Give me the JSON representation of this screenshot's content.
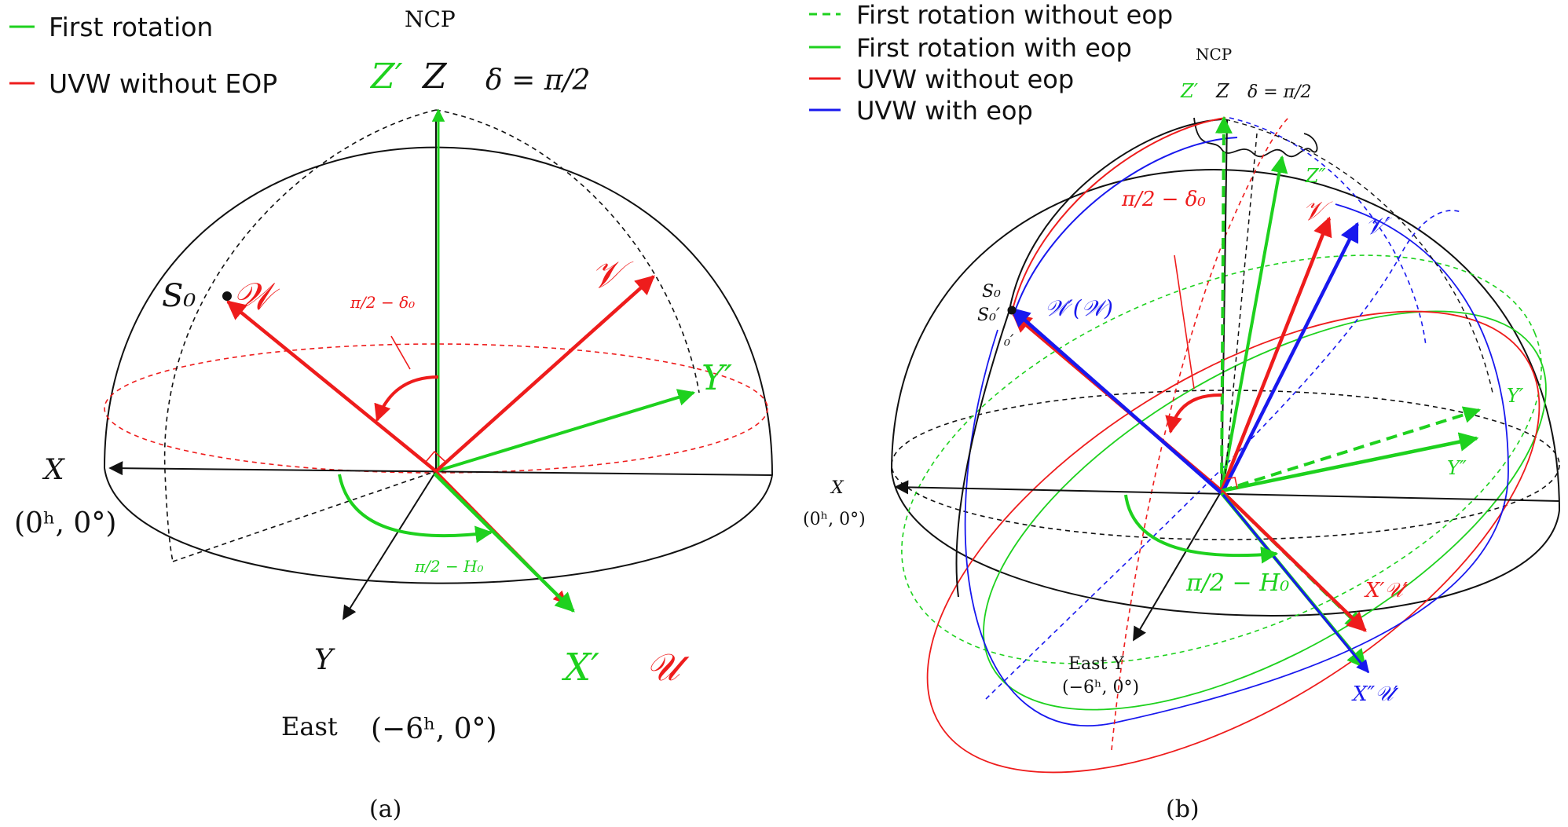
{
  "colors": {
    "green": "#1ed11e",
    "red": "#ee1c1c",
    "blue": "#1818ee",
    "black": "#111111"
  },
  "panel_a": {
    "caption": "(a)",
    "legend": [
      {
        "label": "First rotation",
        "color": "#1ed11e",
        "style": "solid"
      },
      {
        "label": "UVW without EOP",
        "color": "#ee1c1c",
        "style": "solid"
      }
    ],
    "labels": {
      "ncp": "NCP",
      "z_prime": "Z′",
      "z": "Z",
      "delta_eq": "δ = π/2",
      "s0": "S₀",
      "w": "𝒲",
      "v": "𝒱",
      "u": "𝒰",
      "y_prime": "Y′",
      "x_prime": "X′",
      "x": "X",
      "x_coord": "(0ʰ, 0°)",
      "y": "Y",
      "east": "East",
      "east_coord": "(−6ʰ, 0°)",
      "angle_delta": "π/2 − δ₀",
      "angle_h": "π/2 − H₀"
    }
  },
  "panel_b": {
    "caption": "(b)",
    "legend": [
      {
        "label": "First rotation without eop",
        "color": "#1ed11e",
        "style": "dashed"
      },
      {
        "label": "First rotation with eop",
        "color": "#1ed11e",
        "style": "solid"
      },
      {
        "label": "UVW without eop",
        "color": "#ee1c1c",
        "style": "solid"
      },
      {
        "label": "UVW with eop",
        "color": "#1818ee",
        "style": "solid"
      }
    ],
    "labels": {
      "ncp": "NCP",
      "z_prime": "Z′",
      "z": "Z",
      "delta_eq": "δ = π/2",
      "z_dprime": "Z″",
      "angle_delta": "π/2 − δ₀",
      "v": "𝒱",
      "v_prime": "𝒱′",
      "s0": "S₀",
      "s0_prime": "S₀′",
      "zero_prime": "₀′",
      "w_pair": "𝒲′(𝒲)",
      "y_prime": "Y′",
      "y_dprime": "Y″",
      "x": "X",
      "x_coord": "(0ʰ, 0°)",
      "angle_h": "π/2 − H₀",
      "xu_prime": "X′𝒰′",
      "xu_dprime": "X″𝒰′",
      "east_y": "East  Y",
      "east_coord": "(−6ʰ, 0°)"
    }
  }
}
